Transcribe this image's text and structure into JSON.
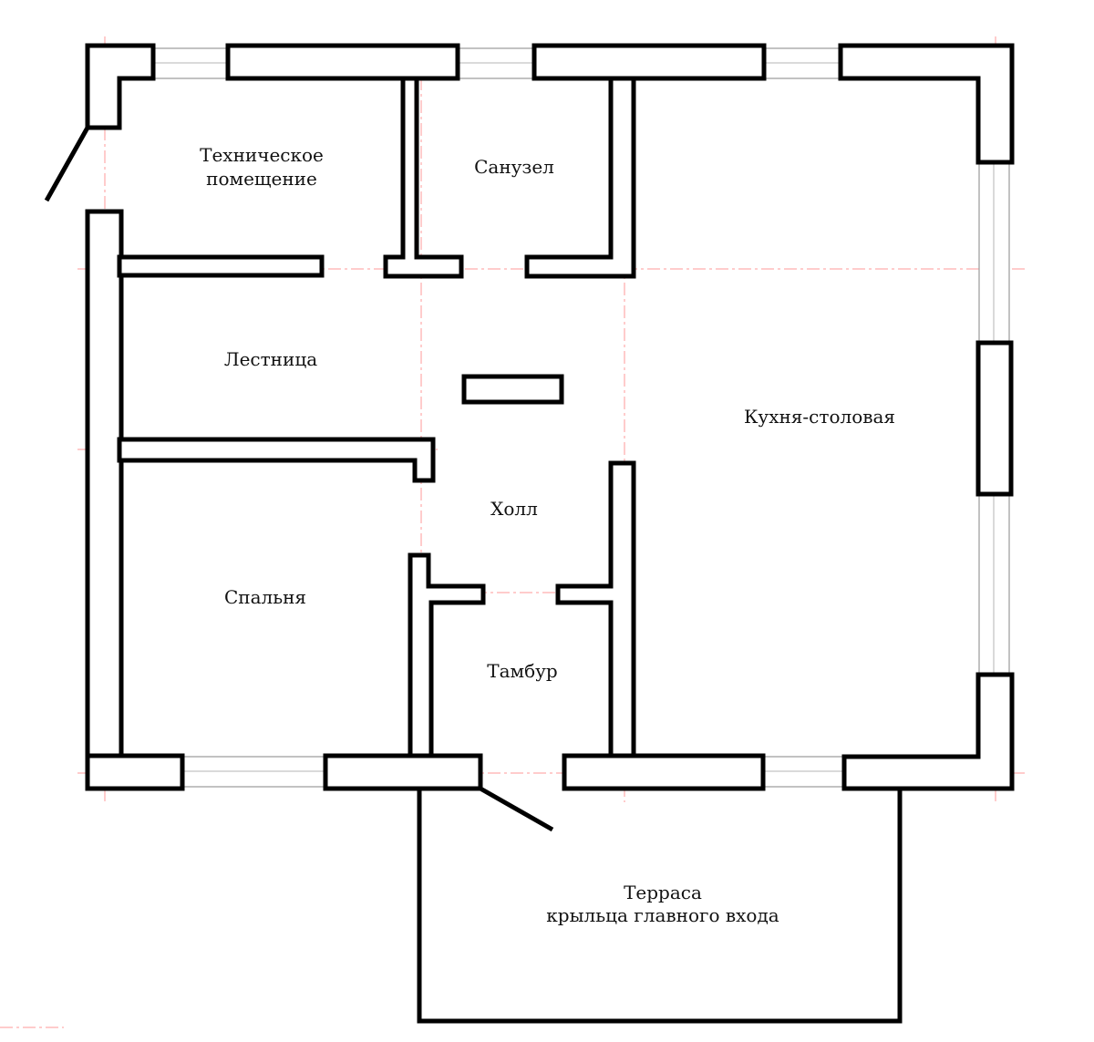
{
  "plan": {
    "rooms": {
      "technical": [
        "Техническое",
        "помещение"
      ],
      "bathroom": "Санузел",
      "stairs": "Лестница",
      "kitchen": "Кухня-столовая",
      "hall": "Холл",
      "bedroom": "Спальня",
      "vestibule": "Тамбур",
      "terrace": [
        "Терраса",
        "крыльца главного входа"
      ]
    }
  }
}
